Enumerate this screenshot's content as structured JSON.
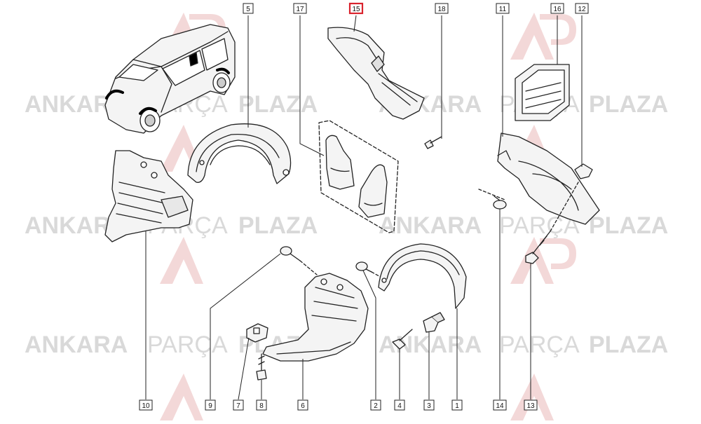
{
  "watermark": {
    "word_a": "ANKARA",
    "word_b": "PARÇA",
    "word_c": "PLAZA",
    "color": "#d9d9d9",
    "logo_color": "#f2d4d4"
  },
  "callouts": [
    {
      "label": "5",
      "highlighted": false
    },
    {
      "label": "17",
      "highlighted": false
    },
    {
      "label": "15",
      "highlighted": true
    },
    {
      "label": "18",
      "highlighted": false
    },
    {
      "label": "11",
      "highlighted": false
    },
    {
      "label": "16",
      "highlighted": false
    },
    {
      "label": "12",
      "highlighted": false
    },
    {
      "label": "10",
      "highlighted": false
    },
    {
      "label": "9",
      "highlighted": false
    },
    {
      "label": "7",
      "highlighted": false
    },
    {
      "label": "8",
      "highlighted": false
    },
    {
      "label": "6",
      "highlighted": false
    },
    {
      "label": "2",
      "highlighted": false
    },
    {
      "label": "4",
      "highlighted": false
    },
    {
      "label": "3",
      "highlighted": false
    },
    {
      "label": "1",
      "highlighted": false
    },
    {
      "label": "14",
      "highlighted": false
    },
    {
      "label": "13",
      "highlighted": false
    }
  ],
  "colors": {
    "line": "#222222",
    "highlight": "#d9232d",
    "part_fill": "#f4f4f4"
  }
}
